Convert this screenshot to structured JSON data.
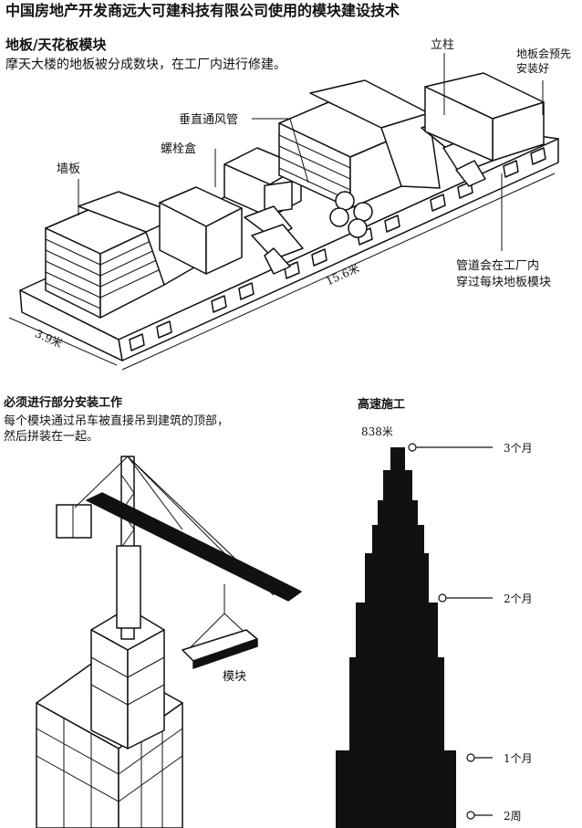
{
  "header": {
    "main_title": "中国房地产开发商远大可建科技有限公司使用的模块建设技术"
  },
  "section_floor": {
    "heading": "地板/天花板模块",
    "description": "摩天大楼的地板被分成数块，在工厂内进行修建。",
    "labels": {
      "column": "立柱",
      "preinstalled": [
        "地板会预先",
        "安装好"
      ],
      "vertical_duct": "垂直通风管",
      "bolt_box": "螺栓盒",
      "wall_panel": "墙板",
      "pipes": [
        "管道会在工厂内",
        "穿过每块地板模块"
      ],
      "width": "3.9米",
      "length": "15.6米"
    }
  },
  "section_install": {
    "heading": "必须进行部分安装工作",
    "description": [
      "每个模块通过吊车被直接吊到建筑的顶部，",
      "然后拼装在一起。"
    ],
    "module_label": "模块"
  },
  "section_speed": {
    "heading": "高速施工",
    "height_label": "838米",
    "milestones": [
      "3个月",
      "2个月",
      "1个月",
      "2周"
    ]
  }
}
